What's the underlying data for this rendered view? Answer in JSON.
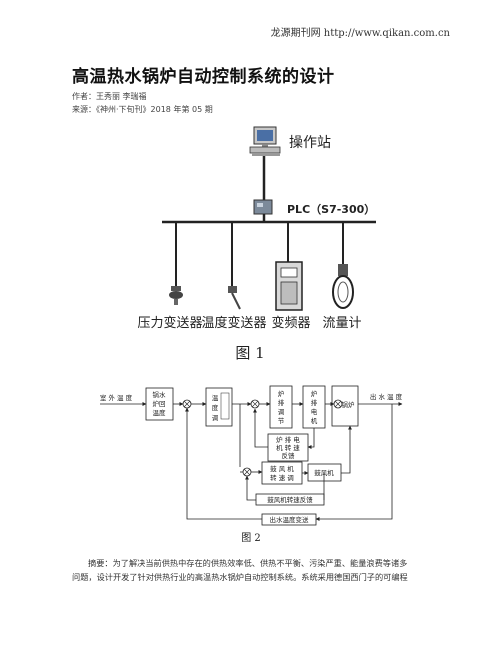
{
  "header": {
    "site": "龙源期刊网 http://www.qikan.com.cn"
  },
  "article": {
    "title": "高温热水锅炉自动控制系统的设计",
    "authors_line": "作者：王秀丽 李瑞福",
    "source_line": "来源：《神州·下旬刊》2018 年第 05 期"
  },
  "figure1": {
    "workstation_label": "操作站",
    "plc_label": "PLC（S7-300）",
    "devices": [
      "压力变送器",
      "温度变送器",
      "变频器",
      "流量计"
    ],
    "caption": "图 1"
  },
  "figure2": {
    "input_label": "室 外 温 度",
    "output_label": "出 水 温 度",
    "blocks": {
      "b1": [
        "锅水",
        "炉回",
        "温度"
      ],
      "b2": [
        "温",
        "度",
        "调"
      ],
      "b3": [
        "炉",
        "排",
        "调",
        "节"
      ],
      "b4": [
        "炉",
        "排",
        "电",
        "机"
      ],
      "b5": "锅炉",
      "b6": [
        "炉 排 电",
        "机 转 速",
        "反馈"
      ],
      "b7": [
        "鼓 风 机",
        "转 速 调"
      ],
      "b8": "鼓风机",
      "b9": "鼓风机转速反馈",
      "b10": "出水温度变送"
    },
    "caption": "图 2"
  },
  "abstract": {
    "lines": [
      "摘要：为了解决当前供热中存在的供热效率低、供热不平衡、污染严重、能量浪费等诸多",
      "问题，设计开发了针对供热行业的高温热水锅炉自动控制系统。系统采用德国西门子的可编程"
    ]
  }
}
